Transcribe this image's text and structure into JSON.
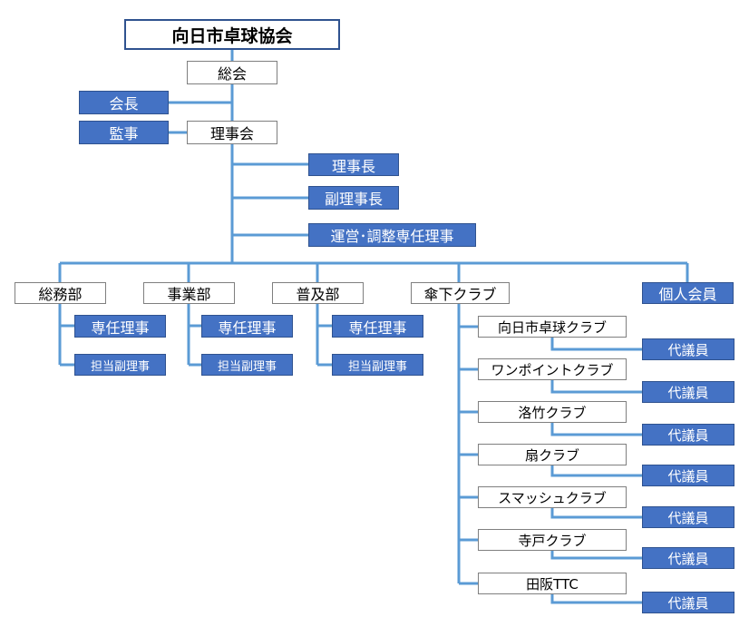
{
  "org": {
    "title": "向日市卓球協会",
    "general_assembly": "総会",
    "president": "会長",
    "auditor": "監事",
    "board": "理事会",
    "chair": "理事長",
    "vice_chair": "副理事長",
    "operations": "運営･調整専任理事",
    "departments": [
      {
        "name": "総務部",
        "dedicated": "専任理事",
        "vice": "担当副理事"
      },
      {
        "name": "事業部",
        "dedicated": "専任理事",
        "vice": "担当副理事"
      },
      {
        "name": "普及部",
        "dedicated": "専任理事",
        "vice": "担当副理事"
      }
    ],
    "affiliated_clubs": "傘下クラブ",
    "individual_members": "個人会員",
    "clubs": [
      {
        "name": "向日市卓球クラブ",
        "delegate": "代議員"
      },
      {
        "name": "ワンポイントクラブ",
        "delegate": "代議員"
      },
      {
        "name": "洛竹クラブ",
        "delegate": "代議員"
      },
      {
        "name": "扇クラブ",
        "delegate": "代議員"
      },
      {
        "name": "スマッシュクラブ",
        "delegate": "代議員"
      },
      {
        "name": "寺戸クラブ",
        "delegate": "代議員"
      },
      {
        "name": "田阪TTC",
        "delegate": "代議員"
      }
    ]
  }
}
